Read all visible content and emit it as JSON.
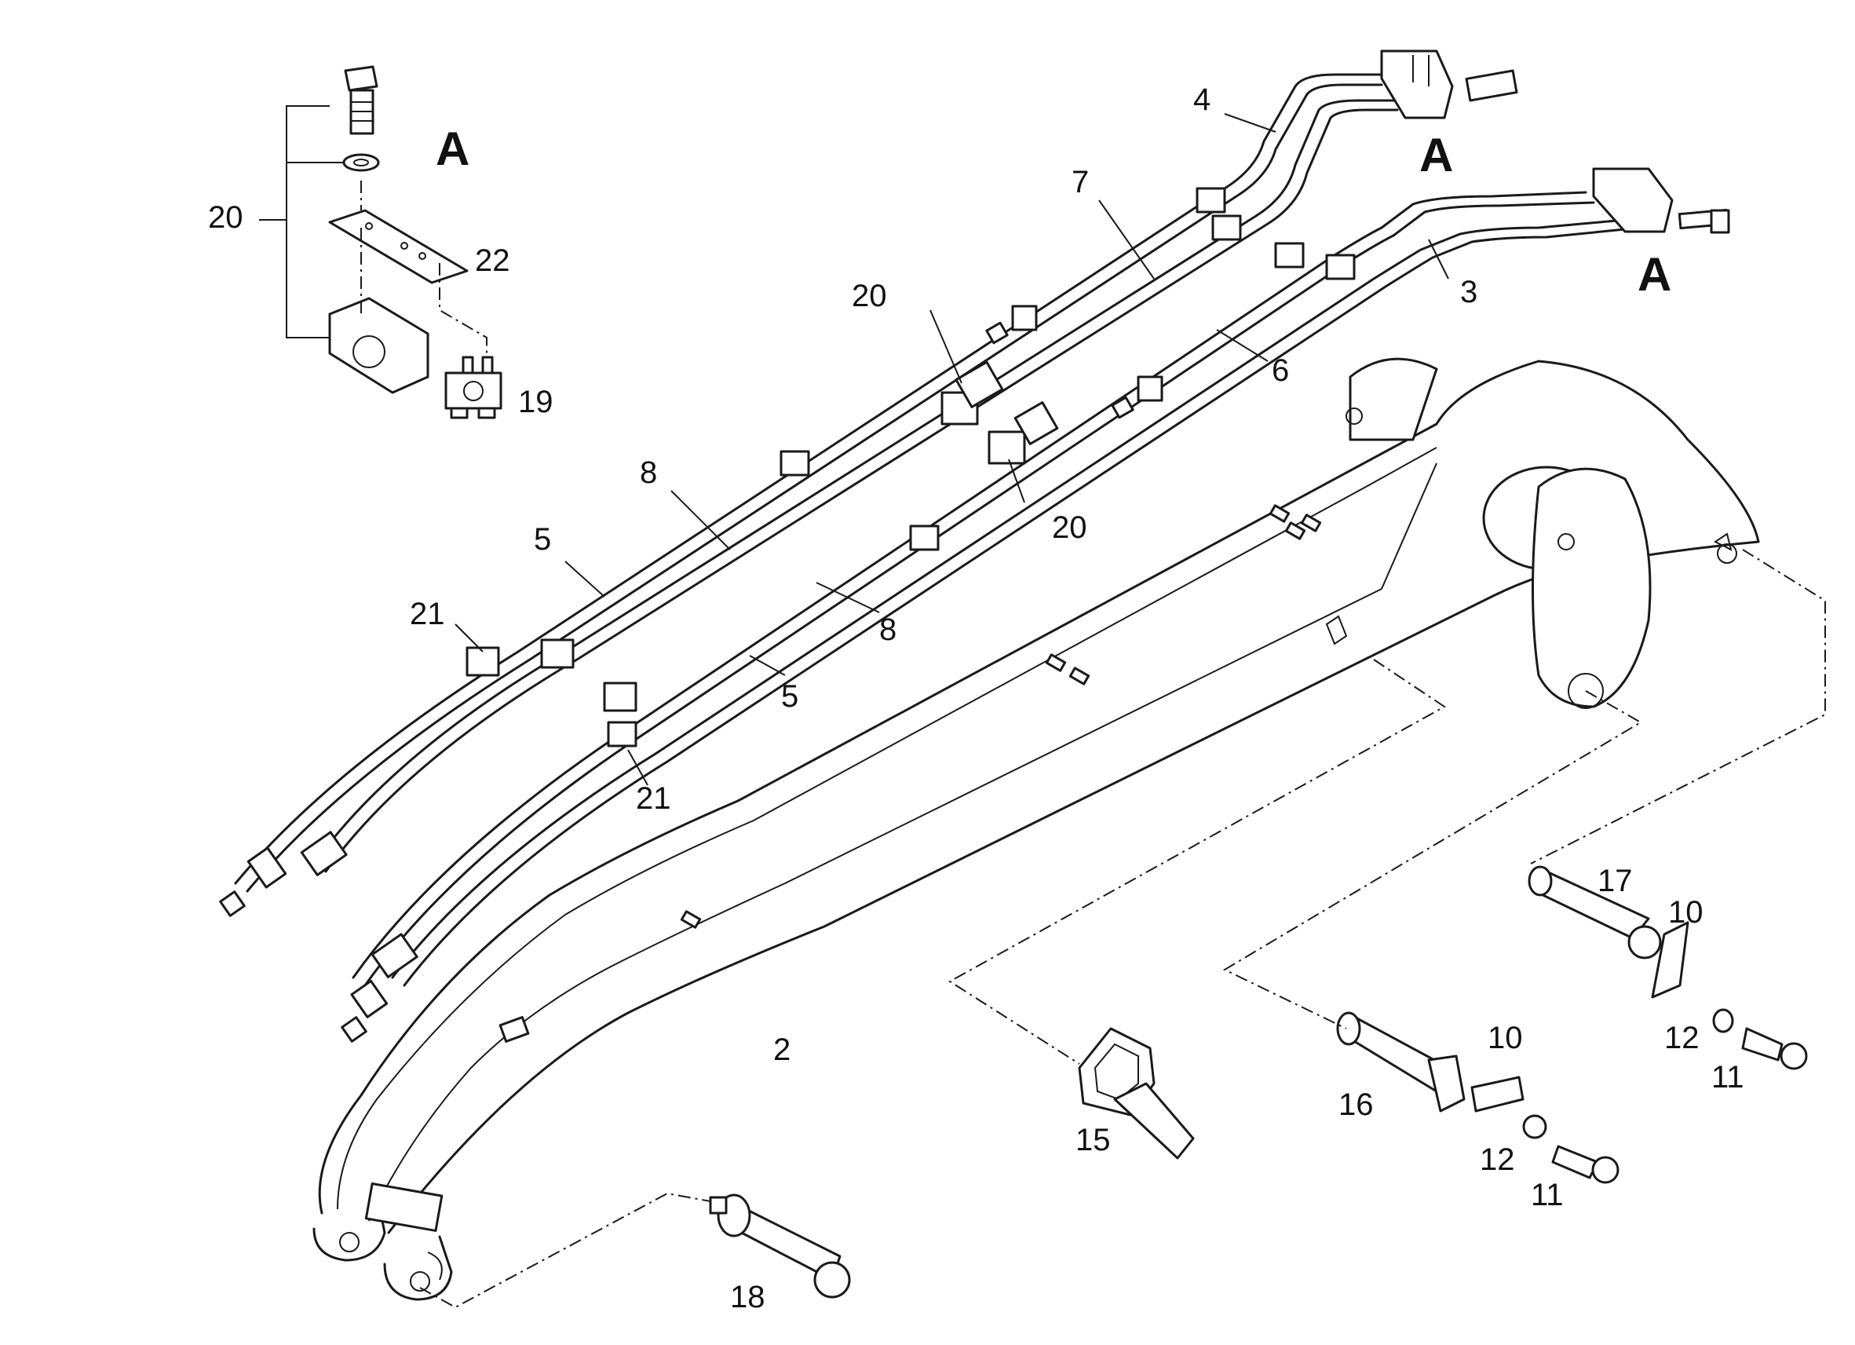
{
  "diagram": {
    "view_labels": [
      "A",
      "A",
      "A"
    ],
    "callouts": {
      "c2": "2",
      "c3": "3",
      "c4": "4",
      "c5a": "5",
      "c5b": "5",
      "c6": "6",
      "c7": "7",
      "c8a": "8",
      "c8b": "8",
      "c10a": "10",
      "c10b": "10",
      "c11a": "11",
      "c11b": "11",
      "c12a": "12",
      "c12b": "12",
      "c15": "15",
      "c16": "16",
      "c17": "17",
      "c18": "18",
      "c19": "19",
      "c20a": "20",
      "c20b": "20",
      "c20c": "20",
      "c21a": "21",
      "c21b": "21",
      "c22": "22"
    }
  }
}
